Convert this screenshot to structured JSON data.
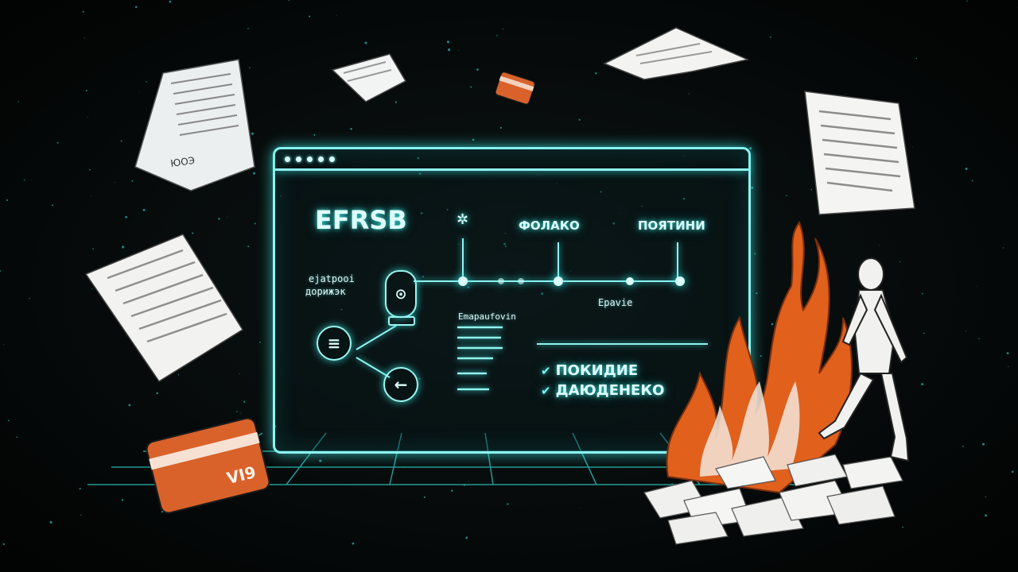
{
  "window": {
    "logo": "EFRSB",
    "column_1": "ФОЛАКО",
    "column_2": "ПОЯТИНИ",
    "left_label_line1": "ejatpooi",
    "left_label_line2": "дорижэк",
    "center_label": "Emapaufovin",
    "timeline_label": "Ераvie",
    "checklist": [
      "ПОКИДИЕ",
      "ДАЮДЕНЕКО"
    ]
  },
  "card_text": "VI9",
  "paper_scribble": "ЮОЭ",
  "icons": [
    "gear-icon",
    "fingerprint-icon",
    "menu-lines-icon",
    "back-arrow-icon",
    "check-icon"
  ],
  "colors": {
    "accent": "#3fe6e0",
    "fire": "#e0601c",
    "card": "#d9622a",
    "background": "#060808"
  }
}
